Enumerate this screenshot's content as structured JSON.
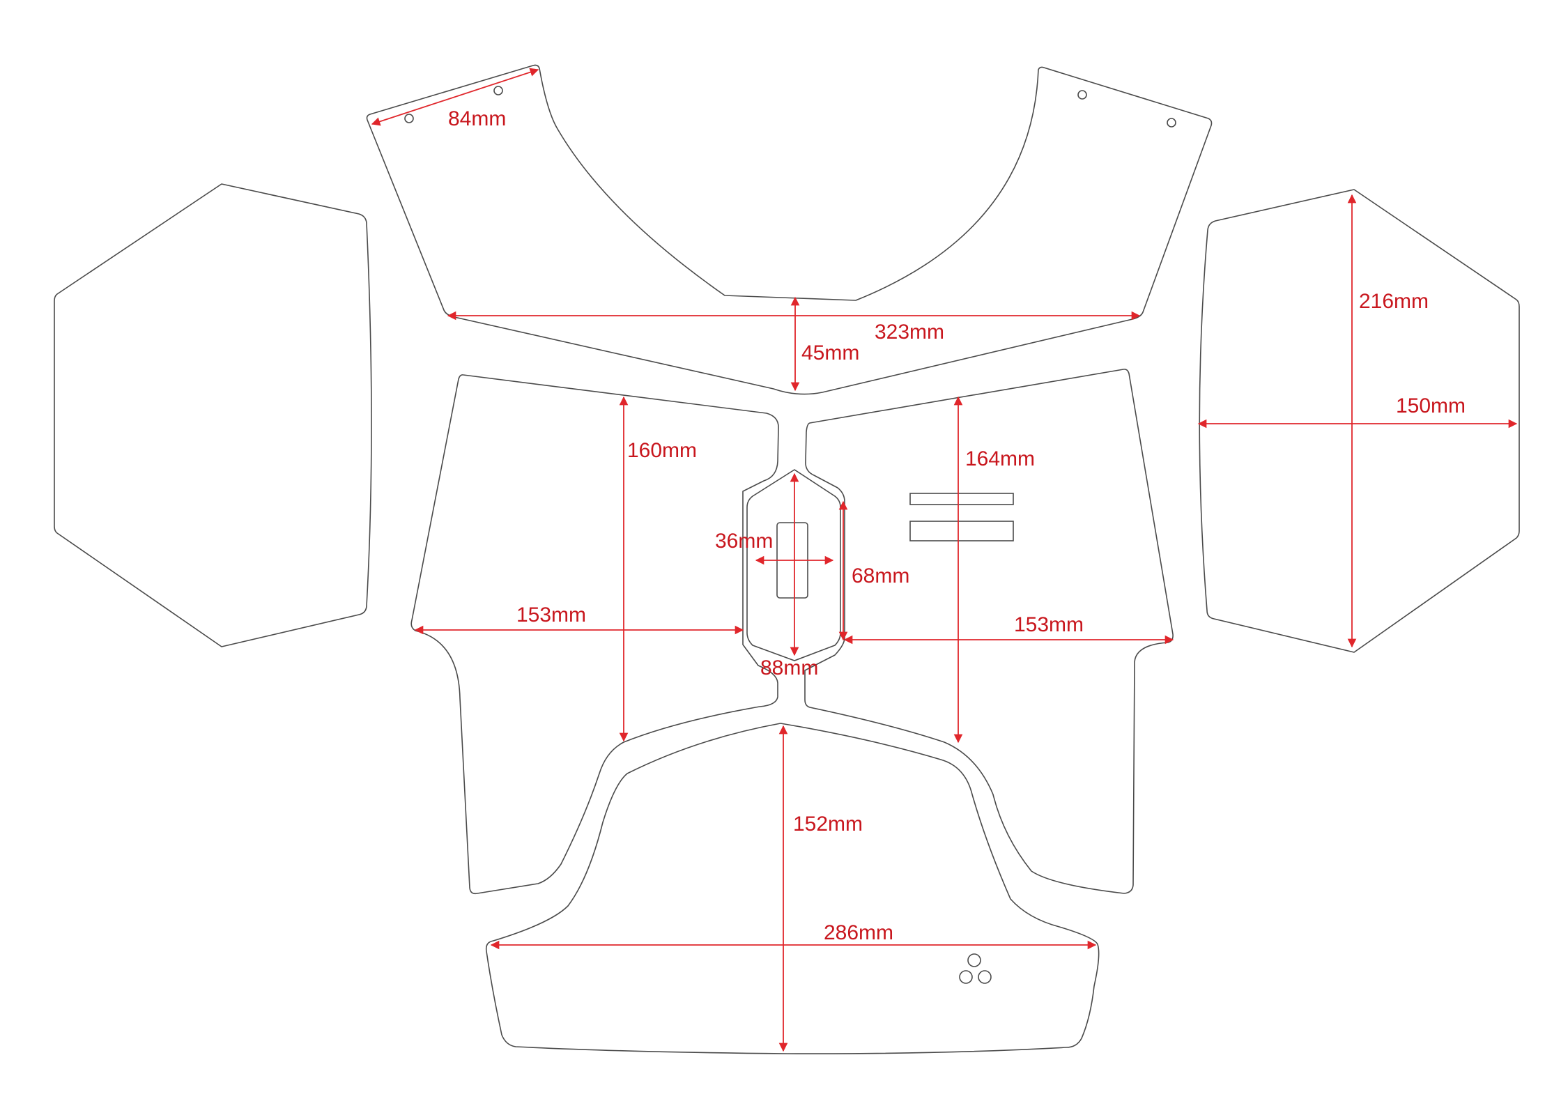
{
  "dimensions": {
    "top_edge": "84mm",
    "top_width": "323mm",
    "top_gap": "45mm",
    "right_height": "216mm",
    "right_width": "150mm",
    "mid_left_height": "160mm",
    "mid_right_height": "164mm",
    "slot_width": "36mm",
    "slot_side": "68mm",
    "left_reach": "153mm",
    "right_reach": "153mm",
    "hex_height": "88mm",
    "bottom_height": "152mm",
    "bottom_width": "286mm"
  },
  "colors": {
    "outline": "#4a4a4a",
    "dimension": "#e0262b",
    "label": "#c8161d"
  }
}
